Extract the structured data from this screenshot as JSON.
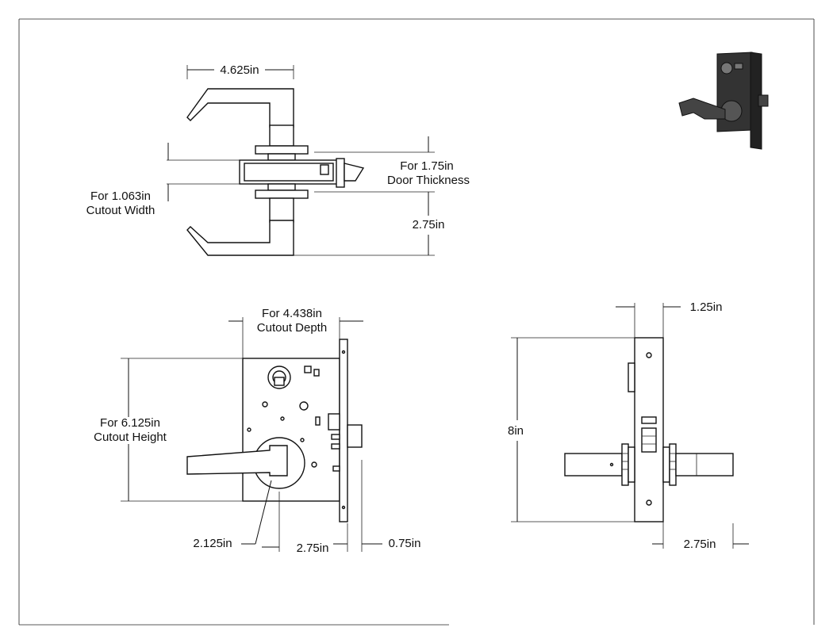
{
  "views": {
    "top": {
      "dim_width": "4.625in",
      "door_thickness_line1": "For 1.75in",
      "door_thickness_line2": "Door Thickness",
      "cutout_width_line1": "For 1.063in",
      "cutout_width_line2": "Cutout Width",
      "dim_height": "2.75in"
    },
    "front": {
      "cutout_depth_line1": "For 4.438in",
      "cutout_depth_line2": "Cutout Depth",
      "cutout_height_line1": "For 6.125in",
      "cutout_height_line2": "Cutout Height",
      "dim_rose": "2.125in",
      "dim_backset": "2.75in",
      "dim_faceplate": "0.75in"
    },
    "side": {
      "dim_faceplate_width": "1.25in",
      "dim_height": "8in",
      "dim_lever": "2.75in"
    }
  },
  "colors": {
    "line": "#111111",
    "background": "#ffffff",
    "render_body": "#3a3a3a"
  }
}
